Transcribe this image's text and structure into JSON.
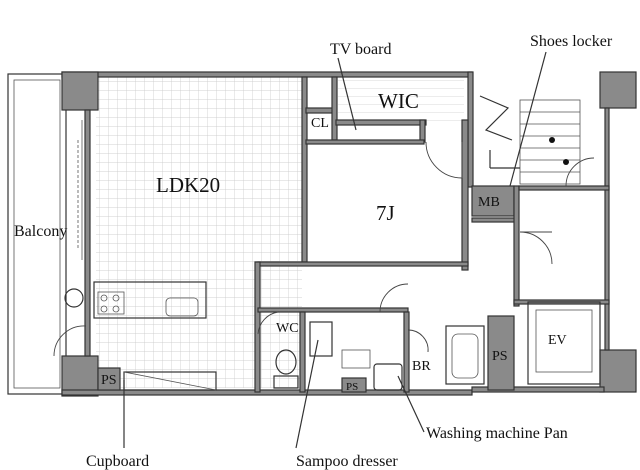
{
  "rooms": {
    "ldk": "LDK20",
    "bedroom": "7J",
    "wic": "WIC",
    "cl": "CL",
    "mb": "MB",
    "wc": "WC",
    "br": "BR",
    "ev": "EV",
    "ps_bottom_left": "PS",
    "ps_small": "PS",
    "ps_right": "PS"
  },
  "callouts": {
    "tv_board": "TV board",
    "shoes_locker": "Shoes locker",
    "balcony": "Balcony",
    "cupboard": "Cupboard",
    "sampoo_dresser": "Sampoo dresser",
    "washing_machine_pan": "Washing machine Pan"
  },
  "colors": {
    "wall_fill": "#8a8a8a",
    "line": "#333333",
    "floor_hatch": "#bdbdbd"
  }
}
